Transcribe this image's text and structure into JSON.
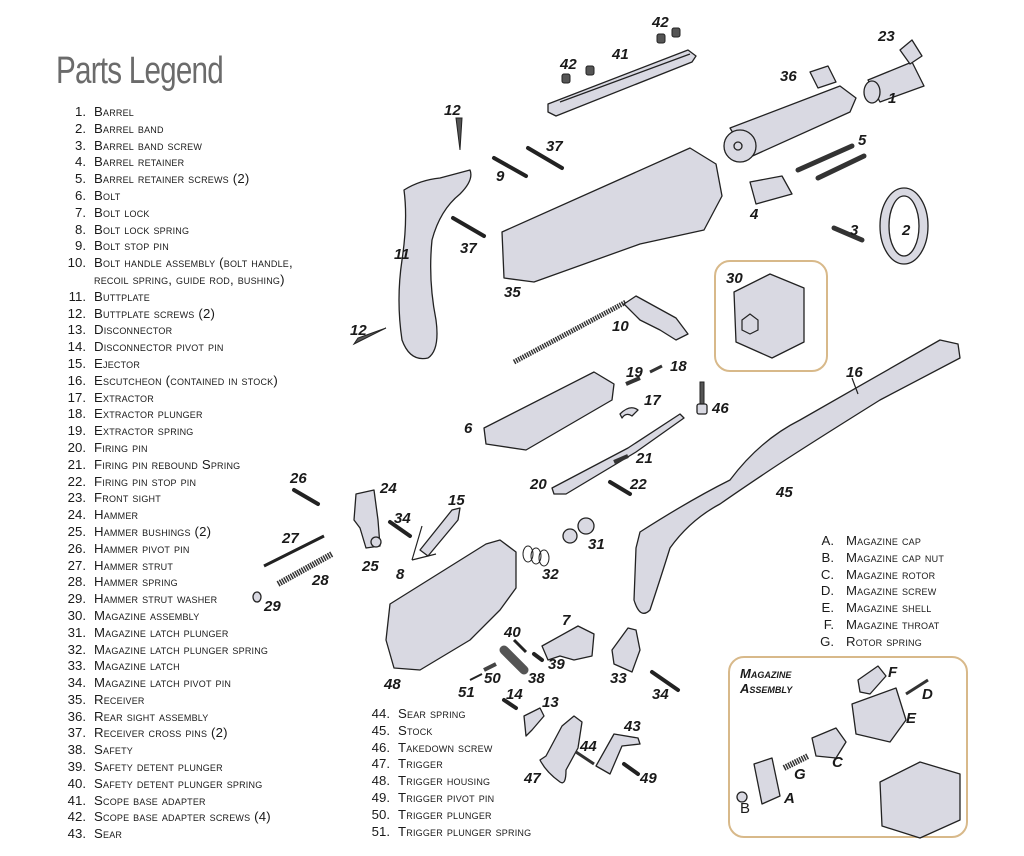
{
  "title": "Parts Legend",
  "parts": [
    {
      "num": "1.",
      "label": "Barrel"
    },
    {
      "num": "2.",
      "label": "Barrel band"
    },
    {
      "num": "3.",
      "label": "Barrel band screw"
    },
    {
      "num": "4.",
      "label": "Barrel retainer"
    },
    {
      "num": "5.",
      "label": "Barrel retainer screws (2)"
    },
    {
      "num": "6.",
      "label": "Bolt"
    },
    {
      "num": "7.",
      "label": "Bolt lock"
    },
    {
      "num": "8.",
      "label": "Bolt lock spring"
    },
    {
      "num": "9.",
      "label": "Bolt stop pin"
    },
    {
      "num": "10.",
      "label": "Bolt handle assembly (bolt handle,",
      "continuation": "recoil spring, guide rod, bushing)"
    },
    {
      "num": "11.",
      "label": "Buttplate"
    },
    {
      "num": "12.",
      "label": "Buttplate screws (2)"
    },
    {
      "num": "13.",
      "label": "Disconnector"
    },
    {
      "num": "14.",
      "label": "Disconnector pivot pin"
    },
    {
      "num": "15.",
      "label": "Ejector"
    },
    {
      "num": "16.",
      "label": "Escutcheon (contained in stock)"
    },
    {
      "num": "17.",
      "label": "Extractor"
    },
    {
      "num": "18.",
      "label": "Extractor plunger"
    },
    {
      "num": "19.",
      "label": "Extractor spring"
    },
    {
      "num": "20.",
      "label": "Firing pin"
    },
    {
      "num": "21.",
      "label": "Firing pin rebound Spring"
    },
    {
      "num": "22.",
      "label": "Firing pin stop pin"
    },
    {
      "num": "23.",
      "label": "Front sight"
    },
    {
      "num": "24.",
      "label": "Hammer"
    },
    {
      "num": "25.",
      "label": "Hammer bushings (2)"
    },
    {
      "num": "26.",
      "label": "Hammer pivot pin"
    },
    {
      "num": "27.",
      "label": "Hammer strut"
    },
    {
      "num": "28.",
      "label": "Hammer spring"
    },
    {
      "num": "29.",
      "label": "Hammer strut washer"
    },
    {
      "num": "30.",
      "label": "Magazine assembly"
    },
    {
      "num": "31.",
      "label": "Magazine latch plunger"
    },
    {
      "num": "32.",
      "label": "Magazine latch plunger spring"
    },
    {
      "num": "33.",
      "label": "Magazine latch"
    },
    {
      "num": "34.",
      "label": "Magazine latch pivot pin"
    },
    {
      "num": "35.",
      "label": "Receiver"
    },
    {
      "num": "36.",
      "label": "Rear sight assembly"
    },
    {
      "num": "37.",
      "label": "Receiver cross pins (2)"
    },
    {
      "num": "38.",
      "label": "Safety"
    },
    {
      "num": "39.",
      "label": "Safety detent plunger"
    },
    {
      "num": "40.",
      "label": "Safety detent plunger spring"
    },
    {
      "num": "41.",
      "label": "Scope base adapter"
    },
    {
      "num": "42.",
      "label": "Scope base adapter screws (4)"
    },
    {
      "num": "43.",
      "label": "Sear"
    }
  ],
  "parts_continued": [
    {
      "num": "44.",
      "label": "Sear spring"
    },
    {
      "num": "45.",
      "label": "Stock"
    },
    {
      "num": "46.",
      "label": "Takedown screw"
    },
    {
      "num": "47.",
      "label": "Trigger"
    },
    {
      "num": "48.",
      "label": "Trigger housing"
    },
    {
      "num": "49.",
      "label": "Trigger pivot pin"
    },
    {
      "num": "50.",
      "label": "Trigger plunger"
    },
    {
      "num": "51.",
      "label": "Trigger plunger spring"
    }
  ],
  "magazine_parts": [
    {
      "num": "A.",
      "label": "Magazine cap"
    },
    {
      "num": "B.",
      "label": "Magazine cap nut"
    },
    {
      "num": "C.",
      "label": "Magazine rotor"
    },
    {
      "num": "D.",
      "label": "Magazine screw"
    },
    {
      "num": "E.",
      "label": "Magazine shell"
    },
    {
      "num": "F.",
      "label": "Magazine throat"
    },
    {
      "num": "G.",
      "label": "Rotor spring"
    }
  ],
  "magazine_box": {
    "title_line1": "Magazine",
    "title_line2": "Assembly"
  },
  "callouts": {
    "c1": "1",
    "c2": "2",
    "c3": "3",
    "c4": "4",
    "c5": "5",
    "c6": "6",
    "c7": "7",
    "c8": "8",
    "c9": "9",
    "c10": "10",
    "c11": "11",
    "c12a": "12",
    "c12b": "12",
    "c13": "13",
    "c14": "14",
    "c15": "15",
    "c16": "16",
    "c17": "17",
    "c18": "18",
    "c19": "19",
    "c20": "20",
    "c21": "21",
    "c22": "22",
    "c23": "23",
    "c24": "24",
    "c25": "25",
    "c26": "26",
    "c27": "27",
    "c28": "28",
    "c29": "29",
    "c30": "30",
    "c31": "31",
    "c32": "32",
    "c33": "33",
    "c34a": "34",
    "c34b": "34",
    "c35": "35",
    "c36": "36",
    "c37a": "37",
    "c37b": "37",
    "c38": "38",
    "c39": "39",
    "c40": "40",
    "c41": "41",
    "c42a": "42",
    "c42b": "42",
    "c43": "43",
    "c44": "44",
    "c45": "45",
    "c46": "46",
    "c47": "47",
    "c48": "48",
    "c49": "49",
    "c50": "50",
    "c51": "51",
    "cA": "A",
    "cB": "B",
    "cC": "C",
    "cD": "D",
    "cE": "E",
    "cF": "F",
    "cG": "G"
  },
  "colors": {
    "box_border": "#d8b98a",
    "part_fill": "#d9d9e2",
    "title": "#6b6b6b"
  }
}
